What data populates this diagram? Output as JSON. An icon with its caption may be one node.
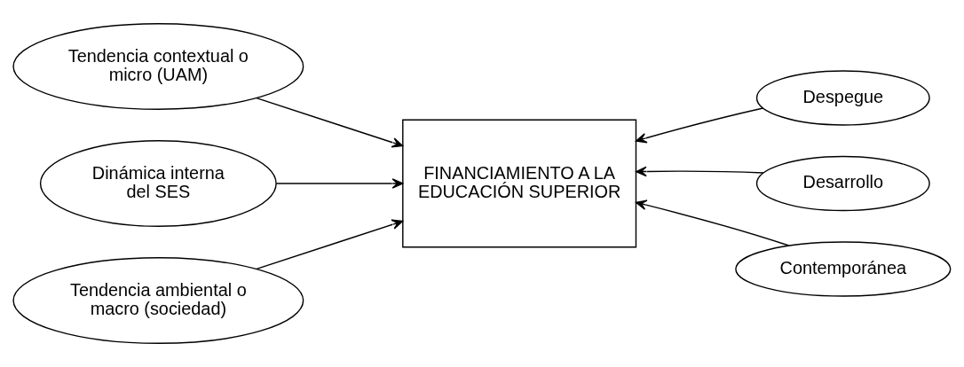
{
  "diagram": {
    "nodes": [
      {
        "text": [
          "Tendencia contextual o micro (UAM)"
        ]
      },
      {
        "text": [
          "Dinámica interna del SES"
        ]
      },
      {
        "text": [
          "Tendencia ambiental o macro (sociedad)"
        ]
      },
      {
        "text": [
          "FINANCIAMIENTO A LA EDUCACIÓN SUPERIOR"
        ]
      },
      {
        "text": [
          "Despegue"
        ]
      },
      {
        "text": [
          "Desarrollo"
        ]
      },
      {
        "text": [
          "Contemporánea"
        ]
      }
    ],
    "edges": [
      {
        "from": 0,
        "to": 3,
        "arrow": "to"
      },
      {
        "from": 1,
        "to": 3,
        "arrow": "to"
      },
      {
        "from": 2,
        "to": 3,
        "arrow": "to"
      },
      {
        "from": 4,
        "to": 3,
        "arrow": "to"
      },
      {
        "from": 5,
        "to": 3,
        "arrow": "to"
      },
      {
        "from": 6,
        "to": 3,
        "arrow": "to"
      }
    ]
  }
}
